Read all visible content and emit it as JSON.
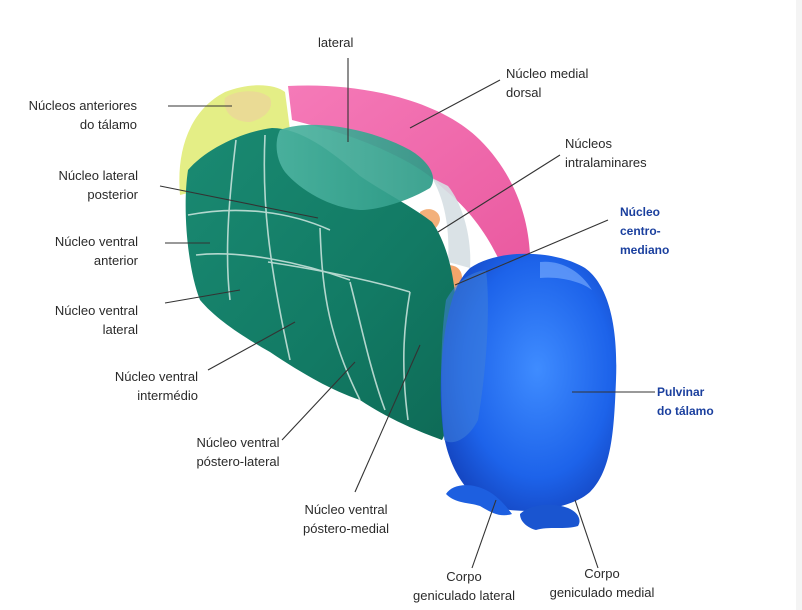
{
  "labels": {
    "lateral": [
      "lateral"
    ],
    "medial_dorsal": [
      "Núcleo medial",
      "dorsal"
    ],
    "anteriores": [
      "Núcleos anteriores",
      "do tálamo"
    ],
    "lateral_posterior": [
      "Núcleo lateral",
      "posterior"
    ],
    "intralaminares": [
      "Núcleos",
      "intralaminares"
    ],
    "centro_mediano": [
      "Núcleo",
      "centro-",
      "mediano"
    ],
    "ventral_anterior": [
      "Núcleo ventral",
      "anterior"
    ],
    "ventral_lateral": [
      "Núcleo ventral",
      "lateral"
    ],
    "ventral_intermedio": [
      "Núcleo ventral",
      "intermédio"
    ],
    "pulvinar": [
      "Pulvinar",
      "do tálamo"
    ],
    "ventral_postero_lateral": [
      "Núcleo ventral",
      "póstero-lateral"
    ],
    "ventral_postero_medial": [
      "Núcleo ventral",
      "póstero-medial"
    ],
    "geniculado_lateral": [
      "Corpo",
      "geniculado lateral"
    ],
    "geniculado_medial": [
      "Corpo",
      "geniculado medial"
    ]
  },
  "colors": {
    "ventral_group": "#17806a",
    "lateral_posterior": "#2a9a86",
    "medial_dorsal": "#f06aac",
    "anterior": "#e6ef8a",
    "intralaminar": "#f5b27a",
    "pulvinar": "#1f6ff0",
    "leader_line": "#333333"
  }
}
